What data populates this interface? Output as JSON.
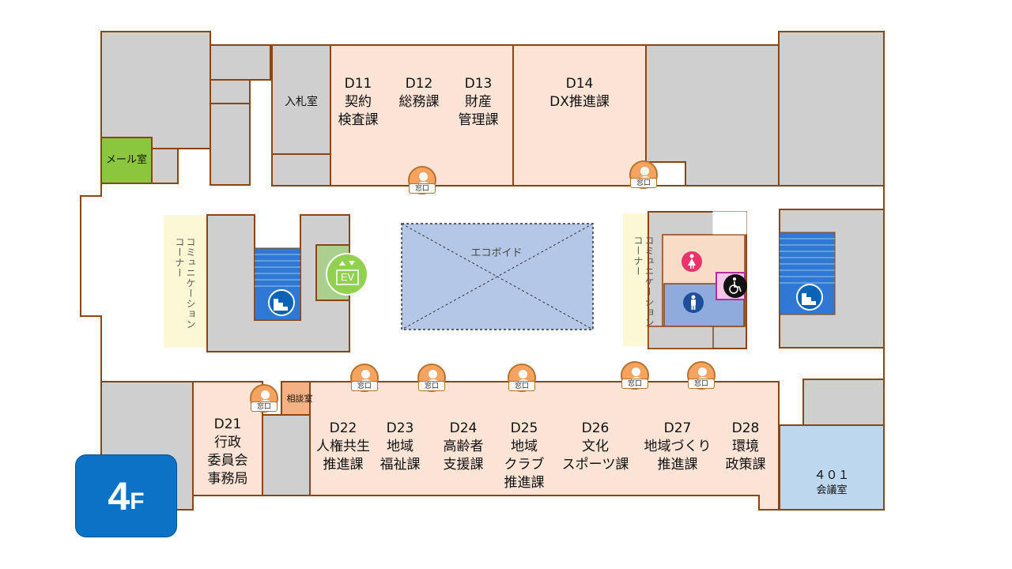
{
  "floor": {
    "number": "4",
    "unit": "F"
  },
  "rooms": {
    "nyusatsu": "入札室",
    "mail": "メール室",
    "soudan": "相談室",
    "kaigi401_num": "４０１",
    "kaigi401_name": "会議室"
  },
  "departments": [
    {
      "code": "D11",
      "name": "契約\n検査課"
    },
    {
      "code": "D12",
      "name": "総務課"
    },
    {
      "code": "D13",
      "name": "財産\n管理課"
    },
    {
      "code": "D14",
      "name": "DX推進課"
    },
    {
      "code": "D21",
      "name": "行政\n委員会\n事務局"
    },
    {
      "code": "D22",
      "name": "人権共生\n推進課"
    },
    {
      "code": "D23",
      "name": "地域\n福祉課"
    },
    {
      "code": "D24",
      "name": "高齢者\n支援課"
    },
    {
      "code": "D25",
      "name": "地域\nクラブ\n推進課"
    },
    {
      "code": "D26",
      "name": "文化\nスポーツ課"
    },
    {
      "code": "D27",
      "name": "地域づくり\n推進課"
    },
    {
      "code": "D28",
      "name": "環境\n政策課"
    }
  ],
  "labels": {
    "eco_void": "エコボイド",
    "community_corner": "コミュニケーション\nコーナー",
    "madoguchi": "窓口",
    "elevator": "EV"
  },
  "colors": {
    "wall": "#8b4513",
    "office": "#fbe3d5",
    "service": "#cfcfcf",
    "mail_room": "#8cc63e",
    "conference": "#bdd7ee",
    "eco_void": "#b4c7e7",
    "stairs": "#2f78d4",
    "community": "#fcf8d5",
    "floor_badge": "#0b72c5",
    "madoguchi": "#f4a460"
  }
}
